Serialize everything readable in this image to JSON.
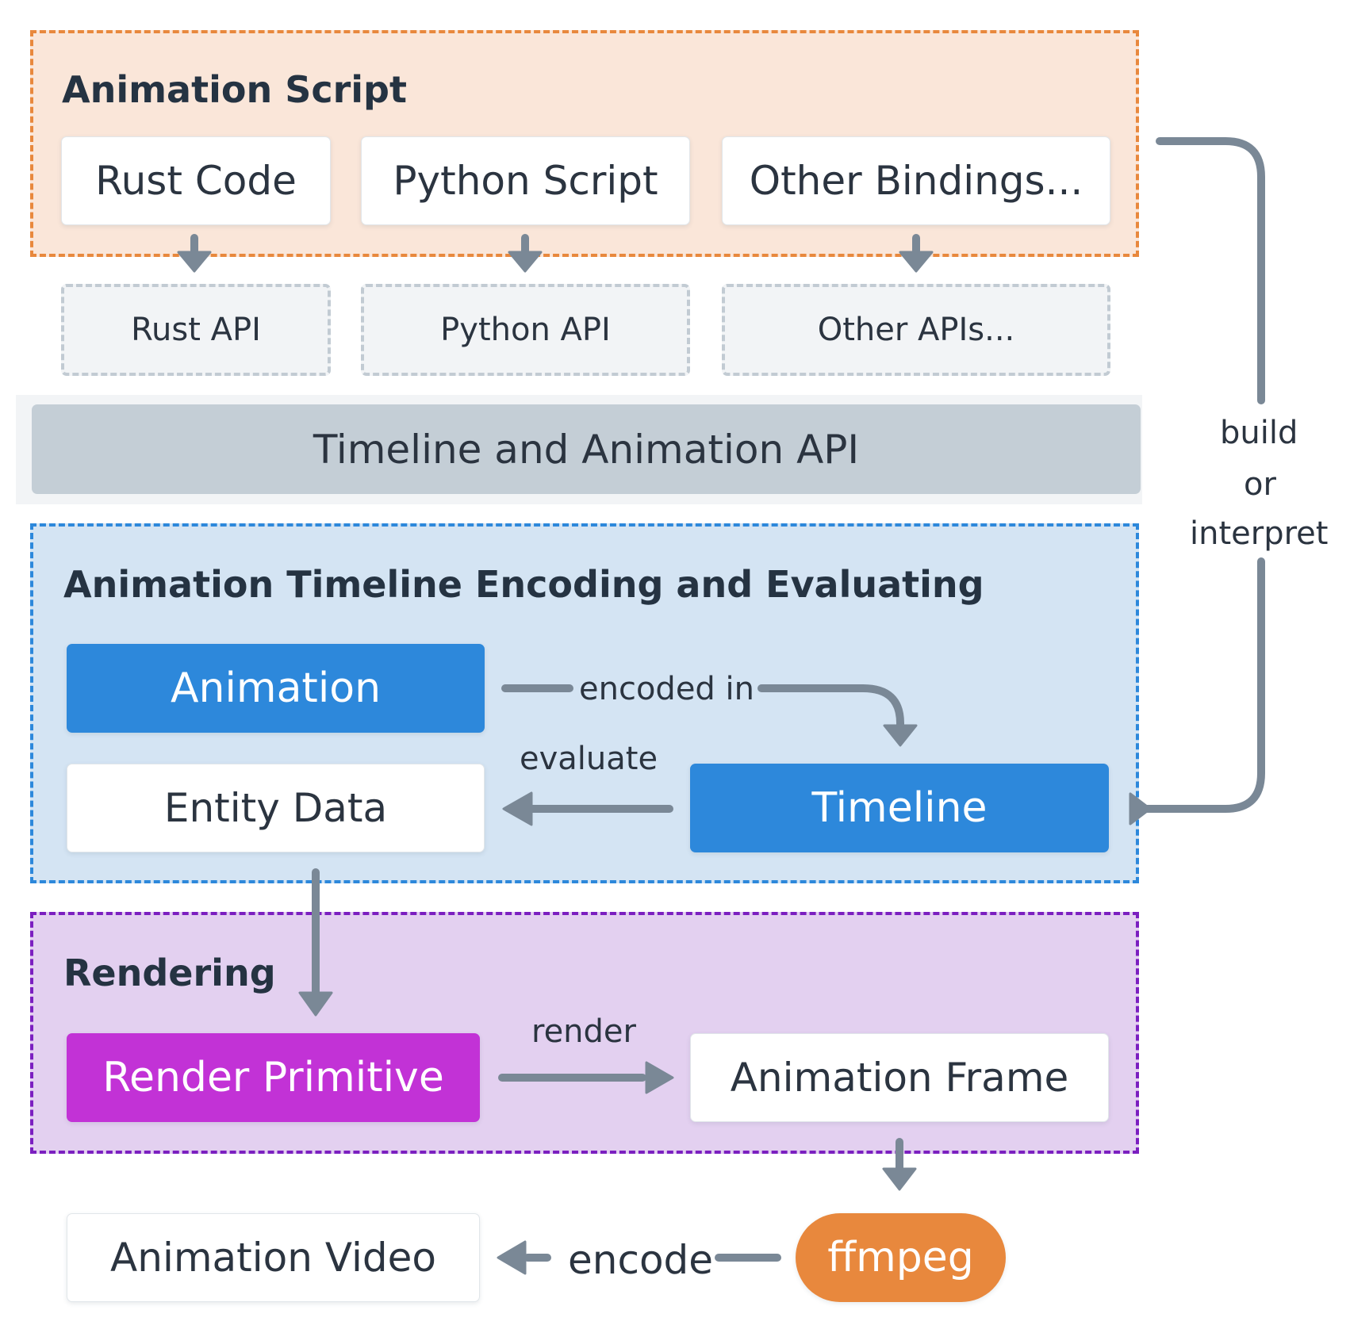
{
  "script_group": {
    "title": "Animation Script",
    "items": [
      "Rust Code",
      "Python Script",
      "Other Bindings..."
    ],
    "apis": [
      "Rust API",
      "Python API",
      "Other APIs..."
    ]
  },
  "timeline_api": "Timeline and Animation API",
  "build_label": [
    "build",
    "or",
    "interpret"
  ],
  "encoding_group": {
    "title": "Animation Timeline Encoding and Evaluating",
    "animation": "Animation",
    "entity_data": "Entity Data",
    "timeline": "Timeline",
    "encoded_in": "encoded in",
    "evaluate": "evaluate"
  },
  "rendering_group": {
    "title": "Rendering",
    "render_primitive": "Render Primitive",
    "animation_frame": "Animation Frame",
    "render": "render"
  },
  "output": {
    "video": "Animation Video",
    "encode": "encode",
    "ffmpeg": "ffmpeg"
  },
  "colors": {
    "script_bg": "#fae6d9",
    "script_border": "#e8883d",
    "encoding_bg": "#d4e4f3",
    "encoding_border": "#2d88db",
    "rendering_bg": "#e3d0f0",
    "rendering_border": "#7b1fc0",
    "api_bar": "#c4ced6",
    "arrow": "#7a8896",
    "ffmpeg": "#e8883d"
  }
}
